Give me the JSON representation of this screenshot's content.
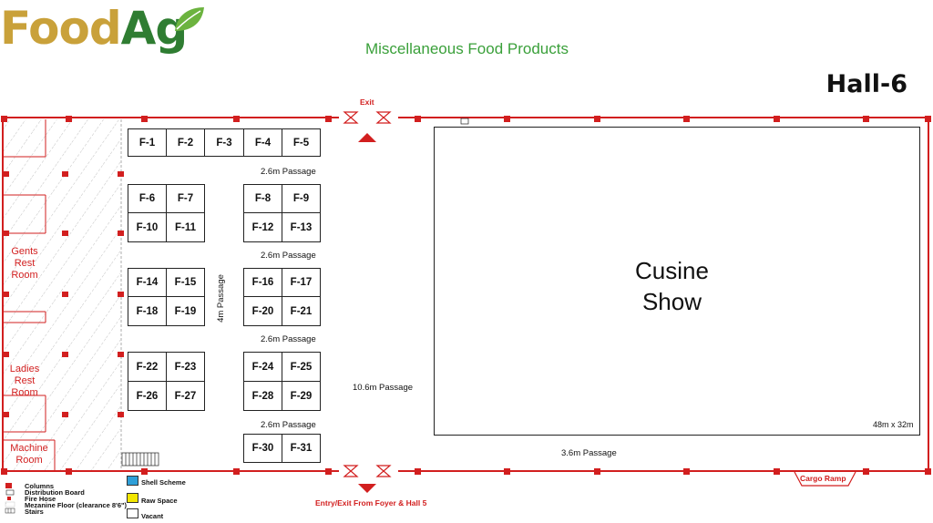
{
  "logo": {
    "text_food": "Food",
    "text_ag": "Ag"
  },
  "subtitle": "Miscellaneous Food Products",
  "hall": "Hall-6",
  "exit_top": "Exit",
  "entry_bottom": "Entry/Exit From Foyer & Hall 5",
  "cargo_ramp": "Cargo Ramp",
  "rooms": {
    "gents": "Gents\nRest\nRoom",
    "ladies": "Ladies\nRest\nRoom",
    "machine": "Machine\nRoom"
  },
  "passages": {
    "p1": "2.6m Passage",
    "p2": "2.6m Passage",
    "p3": "2.6m Passage",
    "p4": "2.6m Passage",
    "vertical": "4m Passage",
    "wide": "10.6m Passage",
    "bottom": "3.6m Passage"
  },
  "cuisine": {
    "title": "Cusine\nShow",
    "size": "48m x 32m"
  },
  "booths": {
    "F1": "F-1",
    "F2": "F-2",
    "F3": "F-3",
    "F4": "F-4",
    "F5": "F-5",
    "F6": "F-6",
    "F7": "F-7",
    "F8": "F-8",
    "F9": "F-9",
    "F10": "F-10",
    "F11": "F-11",
    "F12": "F-12",
    "F13": "F-13",
    "F14": "F-14",
    "F15": "F-15",
    "F16": "F-16",
    "F17": "F-17",
    "F18": "F-18",
    "F19": "F-19",
    "F20": "F-20",
    "F21": "F-21",
    "F22": "F-22",
    "F23": "F-23",
    "F24": "F-24",
    "F25": "F-25",
    "F26": "F-26",
    "F27": "F-27",
    "F28": "F-28",
    "F29": "F-29",
    "F30": "F-30",
    "F31": "F-31"
  },
  "legend": {
    "columns": "Columns",
    "distribution": "Distribution Board",
    "firehose": "Fire Hose",
    "mezzanine": "Mezanine Floor (clearance 8'6\")",
    "stairs": "Stairs",
    "shell": "Shell Scheme",
    "raw": "Raw Space",
    "vacant": "Vacant"
  },
  "colors": {
    "wall": "#d21f1f",
    "brand_gold": "#c9a13a",
    "brand_green": "#2f7d32",
    "shell": "#2e9fd8",
    "raw": "#f2e600",
    "vacant": "#ffffff"
  }
}
